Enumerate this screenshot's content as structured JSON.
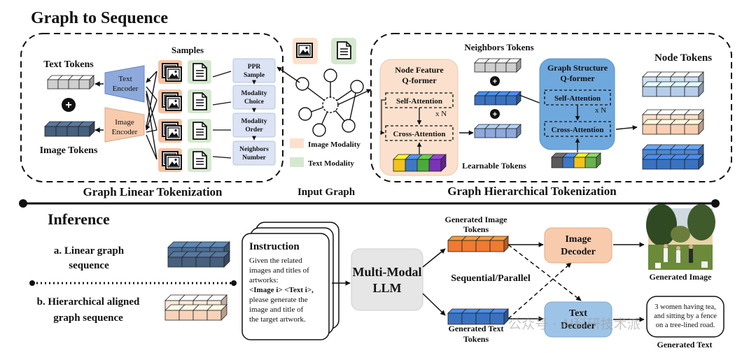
{
  "sections": {
    "top_title": "Graph to Sequence",
    "linear_tokenization": "Graph Linear Tokenization",
    "input_graph": "Input Graph",
    "hierarchical_tokenization": "Graph Hierarchical Tokenization",
    "inference": "Inference"
  },
  "linear": {
    "text_tokens": "Text Tokens",
    "image_tokens": "Image Tokens",
    "text_encoder": [
      "Text",
      "Encoder"
    ],
    "image_encoder": [
      "Image",
      "Encoder"
    ],
    "samples": "Samples",
    "steps": [
      [
        "PPR",
        "Sample"
      ],
      [
        "Modality",
        "Choice"
      ],
      [
        "Modality",
        "Order"
      ],
      [
        "Neighbors",
        "Number"
      ]
    ]
  },
  "legend": {
    "image_modality": "Image Modality",
    "text_modality": "Text Modality"
  },
  "hierarchical": {
    "neighbors_tokens": "Neighbors Tokens",
    "node_tokens": "Node Tokens",
    "learnable_tokens": "Learnable Tokens",
    "node_feature_qformer": [
      "Node Feature",
      "Q-former"
    ],
    "graph_structure_qformer": [
      "Graph Structure",
      "Q-former"
    ],
    "self_attention": "Self-Attention",
    "cross_attention": "Cross-Attention",
    "repeat": "x N",
    "plus": "+"
  },
  "inference": {
    "linear_seq": [
      "a. Linear graph",
      "sequence"
    ],
    "hier_seq": [
      "b. Hierarchical aligned",
      "graph sequence"
    ],
    "instruction_title": "Instruction",
    "instruction_lines": [
      "Given the related",
      "images and titles of",
      "artworks:",
      "<Image i> <Text i>,",
      "please generate the",
      "image and title of",
      "the target artwork."
    ],
    "llm": [
      "Multi-Modal",
      "LLM"
    ],
    "generated_image_tokens": [
      "Generated Image",
      "Tokens"
    ],
    "generated_text_tokens": [
      "Generated Text",
      "Tokens"
    ],
    "sequential_parallel": "Sequential/Parallel",
    "image_decoder": [
      "Image",
      "Decoder"
    ],
    "text_decoder": [
      "Text",
      "Decoder"
    ],
    "generated_image": "Generated Image",
    "generated_text": "Generated Text",
    "generated_text_content": [
      "3 women having tea,",
      "and sitting by a fence",
      "on a tree-lined road."
    ]
  },
  "watermark": "公众号 · AI科研技术派",
  "colors": {
    "image_orange": "#f4c3a3",
    "text_green": "#d5e8cf",
    "encoder_blue": "#8ea9db",
    "qformer_blue": "#6fa8dc",
    "qformer_peach": "#fbe1cd",
    "step_box": "#dbe3f4",
    "llm_gray": "#e6e6e6",
    "decoder_peach": "#f8cbad",
    "decoder_blue": "#9dc3e6",
    "token_dark": "#46607e",
    "token_blue": "#3a72c0",
    "token_gray": "#cfcfcf",
    "token_orange": "#ee7b30"
  }
}
